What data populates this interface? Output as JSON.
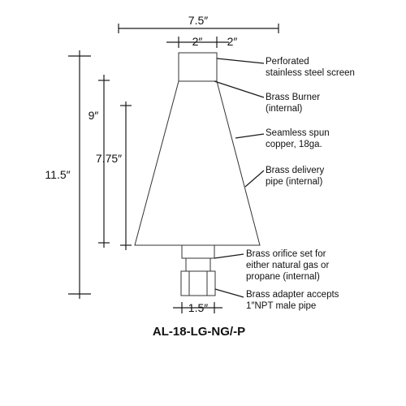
{
  "model": "AL-18-LG-NG/-P",
  "colors": {
    "line": "#1a1a1a",
    "pattern": "#bdbdbd",
    "background": "#ffffff"
  },
  "dimensions": {
    "overall_width": "7.5″",
    "screen_left": "2″",
    "screen_right": "2″",
    "overall_height": "11.5″",
    "height_to_screen": "9″",
    "cone_height": "7.75″",
    "base_width": "1.5″"
  },
  "callouts": [
    {
      "lines": [
        "Perforated",
        "stainless steel screen"
      ]
    },
    {
      "lines": [
        "Brass Burner",
        "(internal)"
      ]
    },
    {
      "lines": [
        "Seamless spun",
        "copper, 18ga."
      ]
    },
    {
      "lines": [
        "Brass delivery",
        "pipe (internal)"
      ]
    },
    {
      "lines": [
        "Brass orifice set for",
        "either natural gas or",
        "propane (internal)"
      ]
    },
    {
      "lines": [
        "Brass adapter accepts",
        "1″NPT male pipe"
      ]
    }
  ]
}
